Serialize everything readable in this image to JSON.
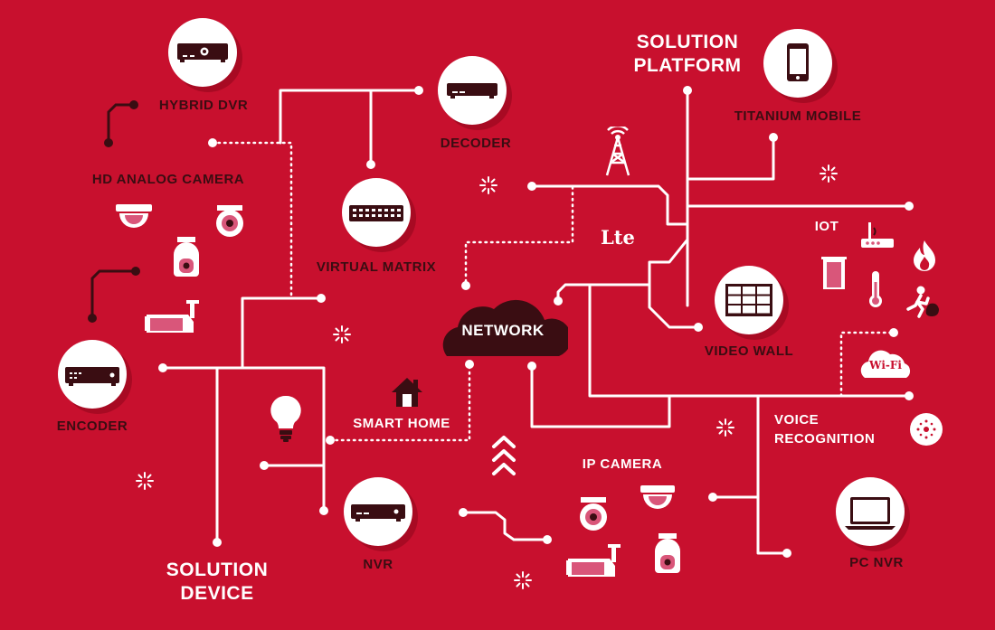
{
  "labels": {
    "hybrid_dvr": "HYBRID DVR",
    "hd_analog_camera": "HD ANALOG CAMERA",
    "decoder": "DECODER",
    "virtual_matrix": "VIRTUAL MATRIX",
    "encoder": "ENCODER",
    "smart_home": "SMART HOME",
    "nvr": "NVR",
    "ip_camera": "IP CAMERA",
    "solution_device_line1": "SOLUTION",
    "solution_device_line2": "DEVICE",
    "solution_platform_line1": "SOLUTION",
    "solution_platform_line2": "PLATFORM",
    "titanium_mobile": "TITANIUM MOBILE",
    "iot": "IOT",
    "video_wall": "VIDEO WALL",
    "voice_recognition_line1": "VOICE",
    "voice_recognition_line2": "RECOGNITION",
    "pc_nvr": "PC NVR",
    "network": "NETWORK",
    "lte": "Lte",
    "wifi": "Wi-Fi"
  },
  "colors": {
    "background": "#c8102e",
    "dark": "#3a0d12",
    "pink": "#d9567a",
    "line": "#ffffff"
  },
  "icons": [
    "hybrid-dvr-icon",
    "decoder-icon",
    "virtual-matrix-icon",
    "encoder-icon",
    "nvr-icon",
    "titanium-mobile-icon",
    "video-wall-icon",
    "pc-nvr-icon",
    "network-cloud-icon",
    "lte-tower-icon",
    "smart-home-icon",
    "light-bulb-icon",
    "chevron-up-icon",
    "router-icon",
    "fire-icon",
    "door-icon",
    "thermometer-icon",
    "intruder-icon",
    "wifi-cloud-icon",
    "voice-sensor-icon",
    "dome-camera-icon",
    "ptz-camera-icon",
    "bullet-camera-icon",
    "sparkle-icon"
  ]
}
